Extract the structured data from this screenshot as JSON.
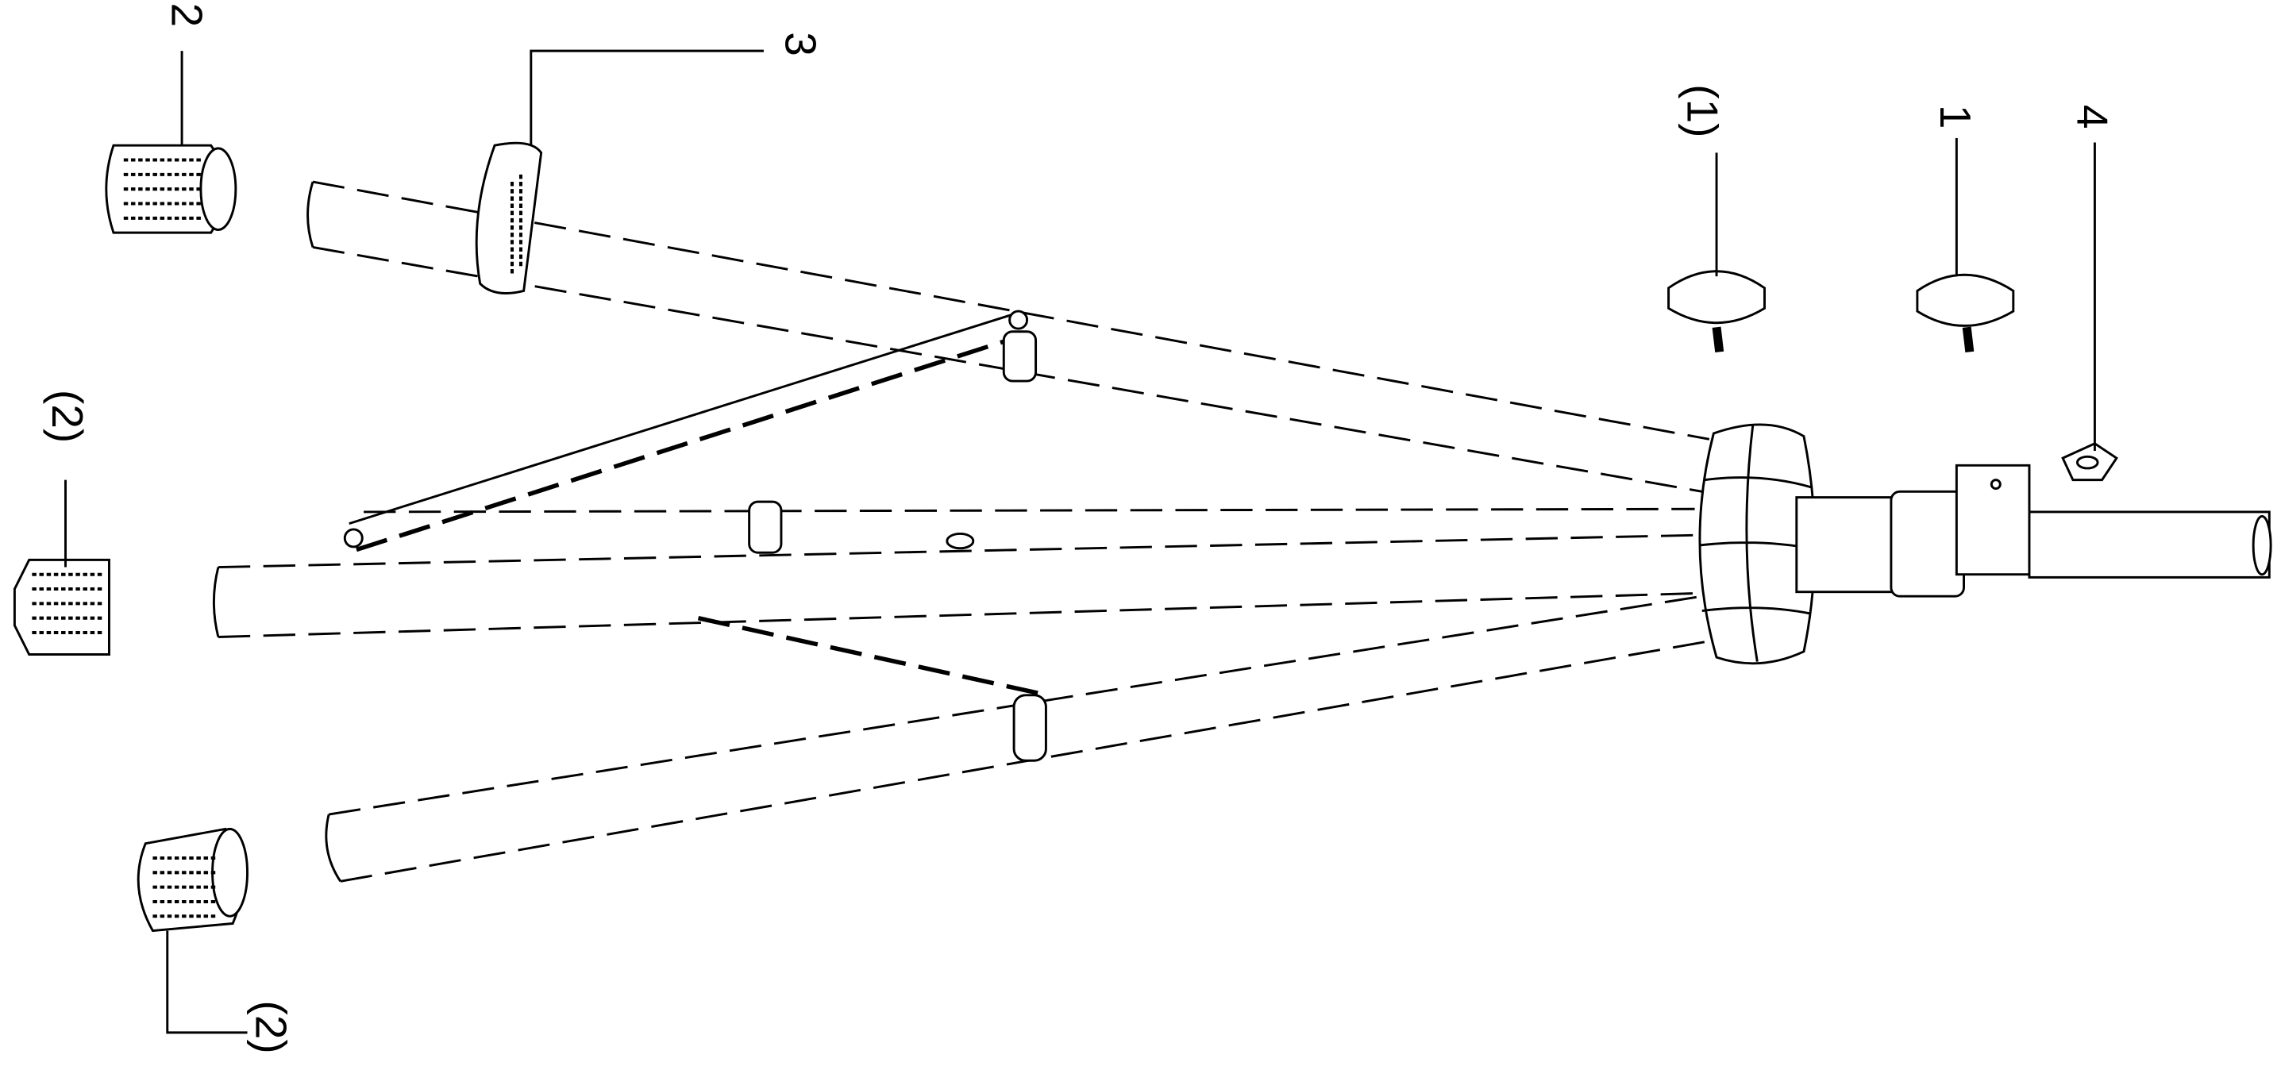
{
  "callouts": {
    "top_cap": "2",
    "clamp_ring": "3",
    "knob_optional": "(1)",
    "knob": "1",
    "nut": "4",
    "middle_cap": "(2)",
    "bottom_cap": "(2)"
  }
}
